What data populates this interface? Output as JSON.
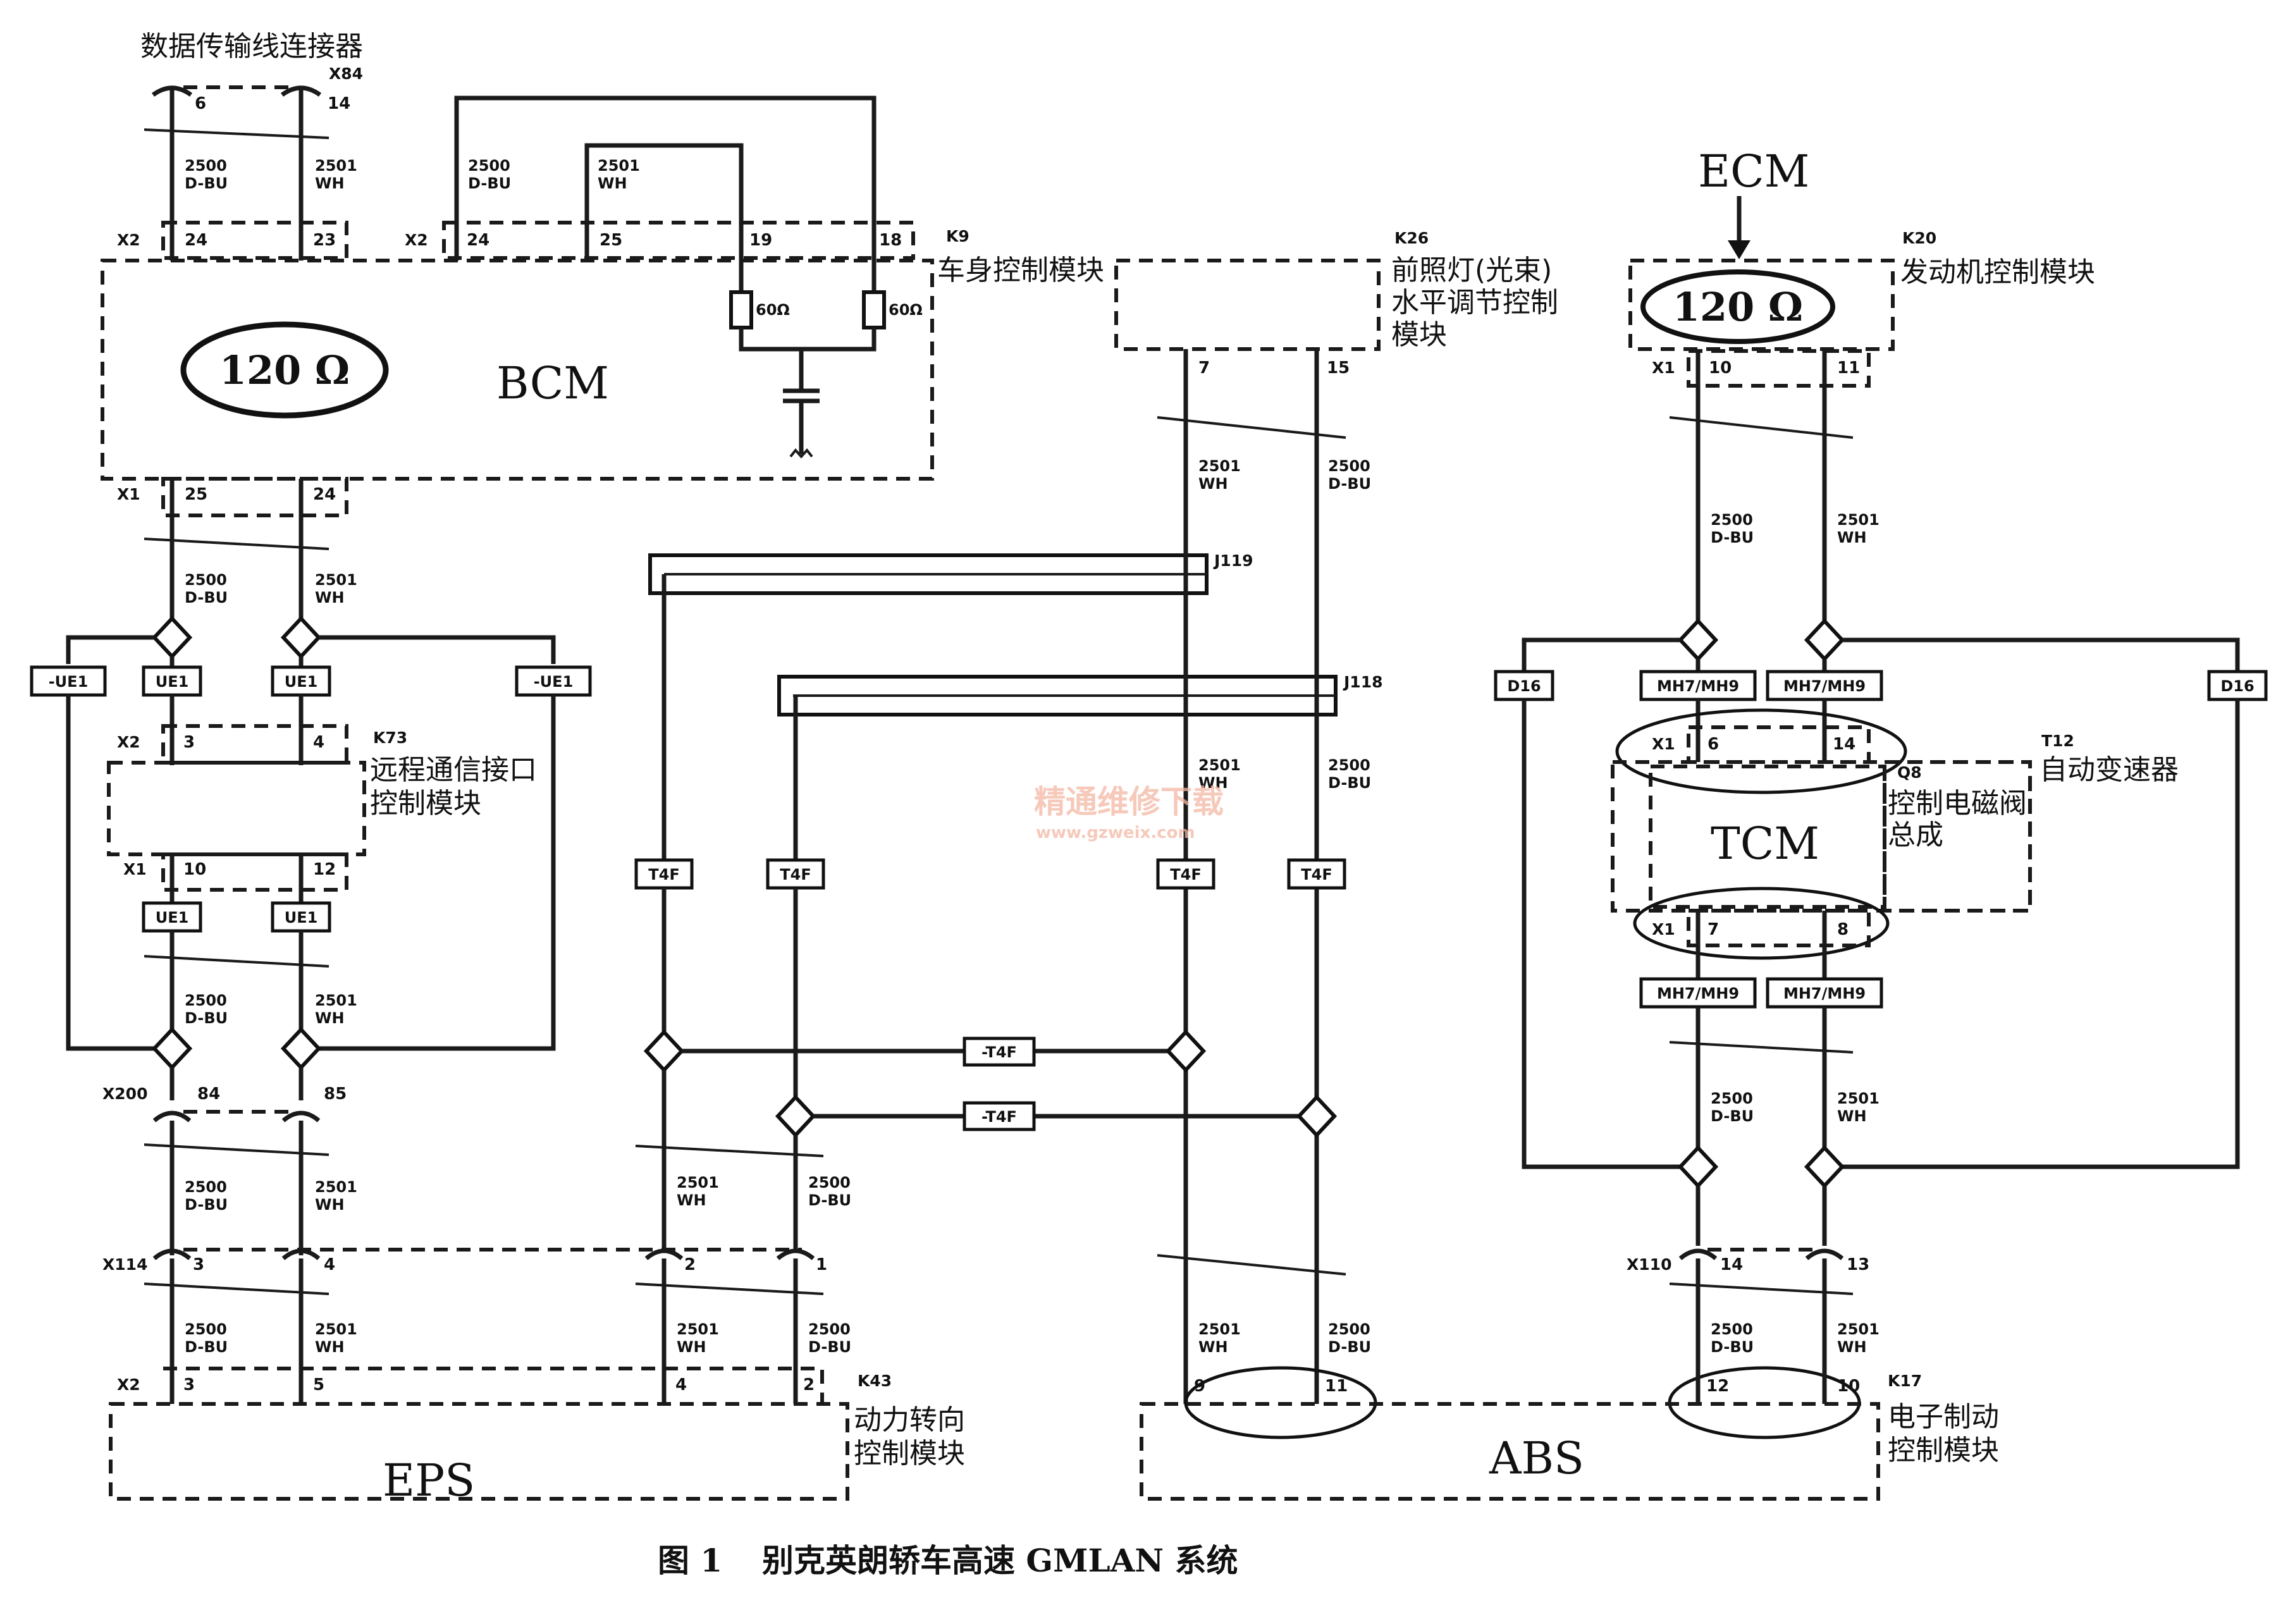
{
  "caption": {
    "figure": "图 1",
    "title": "别克英朗轿车高速 GMLAN 系统"
  },
  "watermark": {
    "text": "精通维修下载",
    "url": "www.gzweix.com"
  },
  "modules": {
    "dlc": {
      "name": "数据传输线连接器",
      "ref": "X84"
    },
    "bcm": {
      "ref": "K9",
      "name": "车身控制模块",
      "abbr": "BCM",
      "terminator": "120 Ω",
      "resistor": "60Ω"
    },
    "k26": {
      "ref": "K26",
      "name_line1": "前照灯(光束)",
      "name_line2": "水平调节控制",
      "name_line3": "模块"
    },
    "ecm": {
      "ref": "K20",
      "name": "发动机控制模块",
      "abbr": "ECM",
      "terminator": "120 Ω"
    },
    "k73": {
      "ref": "K73",
      "name_line1": "远程通信接口",
      "name_line2": "控制模块"
    },
    "tcm": {
      "ref": "T12",
      "name": "自动变速器",
      "abbr": "TCM",
      "sub_ref": "Q8",
      "sub_line1": "控制电磁阀",
      "sub_line2": "总成"
    },
    "eps": {
      "ref": "K43",
      "abbr": "EPS",
      "name_line1": "动力转向",
      "name_line2": "控制模块"
    },
    "abs": {
      "ref": "K17",
      "abbr": "ABS",
      "name_line1": "电子制动",
      "name_line2": "控制模块"
    }
  },
  "junctions": {
    "j119": "J119",
    "j118": "J118"
  },
  "connectors": {
    "x2": "X2",
    "x1": "X1",
    "x200": "X200",
    "x114": "X114",
    "x110": "X110"
  },
  "pins": {
    "dlc_6": "6",
    "dlc_14": "14",
    "bcm_x2_24a": "24",
    "bcm_x2_23": "23",
    "bcm_x2_24b": "24",
    "bcm_x2_25": "25",
    "bcm_19": "19",
    "bcm_18": "18",
    "bcm_x1_25": "25",
    "bcm_x1_24": "24",
    "k73_3": "3",
    "k73_4": "4",
    "k73_10": "10",
    "k73_12": "12",
    "x200_84": "84",
    "x200_85": "85",
    "x114_3": "3",
    "x114_4": "4",
    "x114_2": "2",
    "x114_1": "1",
    "eps_3": "3",
    "eps_5": "5",
    "eps_4": "4",
    "eps_2": "2",
    "k26_7": "7",
    "k26_15": "15",
    "ecm_10": "10",
    "ecm_11": "11",
    "tcm_6": "6",
    "tcm_14": "14",
    "tcm_7": "7",
    "tcm_8": "8",
    "x110_14": "14",
    "x110_13": "13",
    "abs_9": "9",
    "abs_11": "11",
    "abs_12": "12",
    "abs_10": "10"
  },
  "wire": {
    "num_lo": "2500",
    "col_lo": "D-BU",
    "num_hi": "2501",
    "col_hi": "WH"
  },
  "options": {
    "ue1": "UE1",
    "not_ue1": "-UE1",
    "t4f": "T4F",
    "not_t4f": "-T4F",
    "d16": "D16",
    "mh7": "MH7/MH9"
  }
}
